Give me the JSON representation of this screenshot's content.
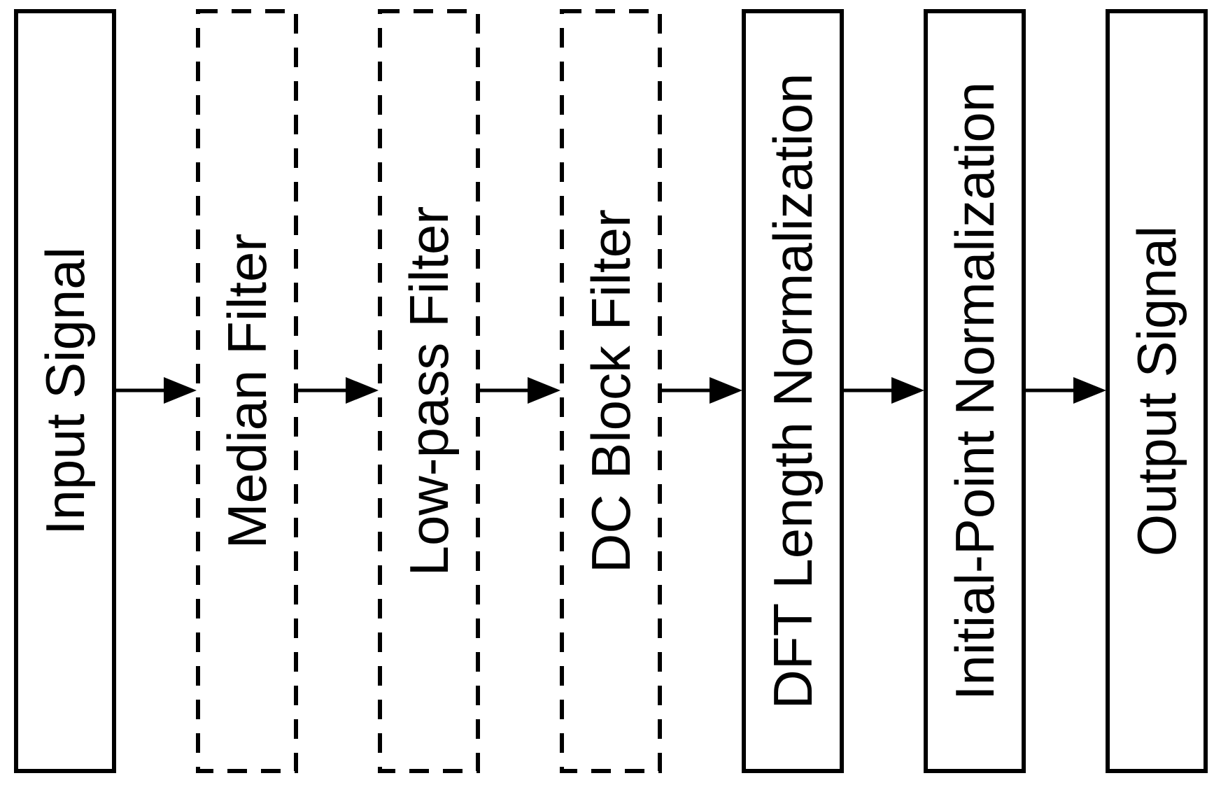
{
  "diagram": {
    "type": "flowchart",
    "direction": "left-to-right",
    "boxes": [
      {
        "id": "input-signal",
        "label": "Input Signal",
        "border": "solid"
      },
      {
        "id": "median-filter",
        "label": "Median Filter",
        "border": "dashed"
      },
      {
        "id": "low-pass-filter",
        "label": "Low-pass Filter",
        "border": "dashed"
      },
      {
        "id": "dc-block-filter",
        "label": "DC Block Filter",
        "border": "dashed"
      },
      {
        "id": "dft-length-normalization",
        "label": "DFT Length Normalization",
        "border": "solid"
      },
      {
        "id": "initial-point-normalization",
        "label": "Initial-Point Normalization",
        "border": "solid"
      },
      {
        "id": "output-signal",
        "label": "Output Signal",
        "border": "solid"
      }
    ],
    "arrows": [
      {
        "from": "Input Signal",
        "to": "Median Filter"
      },
      {
        "from": "Median Filter",
        "to": "Low-pass Filter"
      },
      {
        "from": "Low-pass Filter",
        "to": "DC Block Filter"
      },
      {
        "from": "DC Block Filter",
        "to": "DFT Length Normalization"
      },
      {
        "from": "DFT Length Normalization",
        "to": "Initial-Point Normalization"
      },
      {
        "from": "Initial-Point Normalization",
        "to": "Output Signal"
      }
    ],
    "colors": {
      "stroke": "#000000",
      "text": "#000000",
      "background": "#ffffff"
    }
  }
}
